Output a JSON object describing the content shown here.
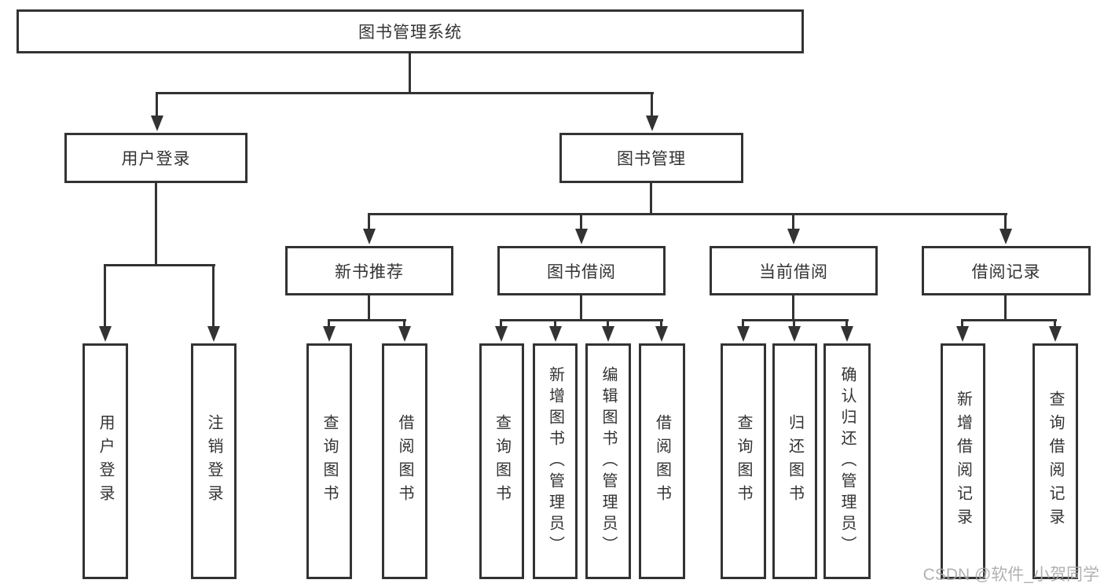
{
  "diagram": {
    "title": "图书管理系统",
    "watermark": "CSDN @软件_小贺同学",
    "colors": {
      "line": "#333333",
      "text": "#333333",
      "box_bg": "#ffffff",
      "watermark": "#a9a9ad"
    },
    "nodes": {
      "root": {
        "label": "图书管理系统"
      },
      "userLogin": {
        "label": "用户登录"
      },
      "bookMgmt": {
        "label": "图书管理"
      },
      "newBooks": {
        "label": "新书推荐"
      },
      "bookBorrow": {
        "label": "图书借阅"
      },
      "currentBorrow": {
        "label": "当前借阅"
      },
      "borrowRecords": {
        "label": "借阅记录"
      },
      "ulLogin": {
        "label": "用户登录"
      },
      "ulLogout": {
        "label": "注销登录"
      },
      "nbQuery": {
        "label": "查询图书"
      },
      "nbBorrow": {
        "label": "借阅图书"
      },
      "bbQuery": {
        "label": "查询图书"
      },
      "bbAdd": {
        "label": "新增图书（管理员）"
      },
      "bbEdit": {
        "label": "编辑图书（管理员）"
      },
      "bbBorrow": {
        "label": "借阅图书"
      },
      "cbQuery": {
        "label": "查询图书"
      },
      "cbReturn": {
        "label": "归还图书"
      },
      "cbConfirm": {
        "label": "确认归还（管理员）"
      },
      "brAdd": {
        "label": "新增借阅记录"
      },
      "brQuery": {
        "label": "查询借阅记录"
      }
    },
    "hierarchy": {
      "图书管理系统": {
        "用户登录": [
          "用户登录",
          "注销登录"
        ],
        "图书管理": {
          "新书推荐": [
            "查询图书",
            "借阅图书"
          ],
          "图书借阅": [
            "查询图书",
            "新增图书（管理员）",
            "编辑图书（管理员）",
            "借阅图书"
          ],
          "当前借阅": [
            "查询图书",
            "归还图书",
            "确认归还（管理员）"
          ],
          "借阅记录": [
            "新增借阅记录",
            "查询借阅记录"
          ]
        }
      }
    }
  }
}
